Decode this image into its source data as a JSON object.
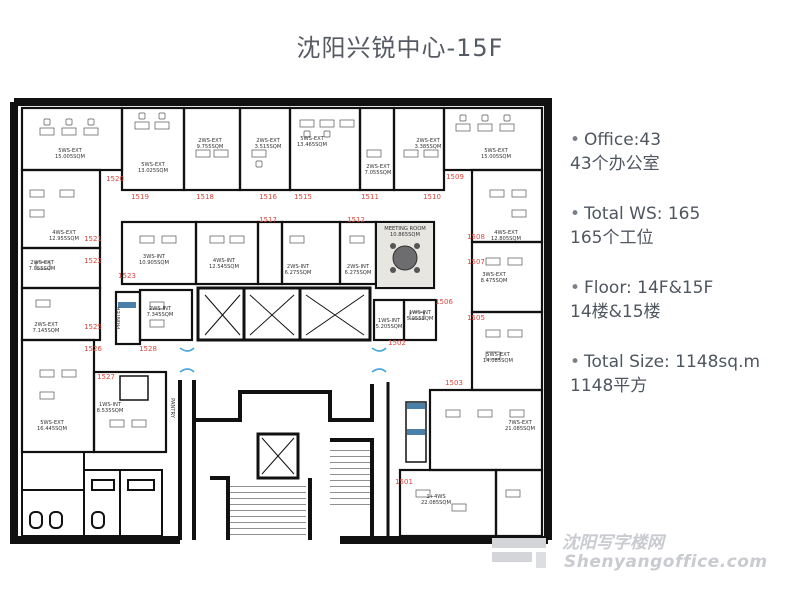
{
  "title": "沈阳兴锐中心-15F",
  "stats": {
    "office_en": "Office:43",
    "office_cn": "43个办公室",
    "ws_en": "Total WS: 165",
    "ws_cn": "165个工位",
    "floor_en": "Floor: 14F&15F",
    "floor_cn": "14楼&15楼",
    "size_en": "Total Size: 1148sq.m",
    "size_cn": "1148平方"
  },
  "watermark": {
    "cn": "沈阳写字楼网",
    "en": "Shenyangoffice.com"
  },
  "room_numbers": {
    "r1520": "1520",
    "r1519": "1519",
    "r1518": "1518",
    "r1516": "1516",
    "r1515": "1515",
    "r1511": "1511",
    "r1510": "1510",
    "r1509": "1509",
    "r1521": "1521",
    "r1522": "1522",
    "r1523": "1523",
    "r1517": "1517",
    "r1512": "1512",
    "r1508": "1508",
    "r1507": "1507",
    "r1506": "1506",
    "r1505": "1505",
    "r1525": "1525",
    "r1526": "1526",
    "r1528": "1528",
    "r1502": "1502",
    "r1527": "1527",
    "r1503": "1503",
    "r1501": "1501"
  },
  "room_labels": {
    "a": [
      "5WS-EXT",
      "15.005SQM"
    ],
    "b": [
      "5WS-EXT",
      "13.025SQM"
    ],
    "c": [
      "2WS-EXT",
      "9.755SQM"
    ],
    "d": [
      "2WS-EXT",
      "3.515SQM"
    ],
    "e": [
      "5WS-EXT",
      "13.465SQM"
    ],
    "f": [
      "2WS-EXT",
      "7.055SQM"
    ],
    "g": [
      "2WS-EXT",
      "3.385SQM"
    ],
    "h": [
      "5WS-EXT",
      "15.005SQM"
    ],
    "i": [
      "4WS-EXT",
      "12.955SQM"
    ],
    "j": [
      "4WS-EXT",
      "12.805SQM"
    ],
    "k": [
      "2WS-EXT",
      "7.055SQM"
    ],
    "l": [
      "3WS-INT",
      "10.905SQM"
    ],
    "m": [
      "4WS-INT",
      "12.545SQM"
    ],
    "n": [
      "2WS-INT",
      "6.275SQM"
    ],
    "o": [
      "2WS-INT",
      "6.275SQM"
    ],
    "p": [
      "MEETING ROOM",
      "10.865SQM"
    ],
    "q": [
      "3WS-EXT",
      "8.475SQM"
    ],
    "r": [
      "2WS-EXT",
      "7.145SQM"
    ],
    "s": [
      "2WS-INT",
      "7.345SQM"
    ],
    "t": [
      "1WS-INT",
      "5.205SQM"
    ],
    "u": [
      "1WS-INT",
      "5.955SQM"
    ],
    "v": [
      "5WS-EXT",
      "14.085SQM"
    ],
    "w": [
      "1WS-INT",
      "8.535SQM"
    ],
    "x": [
      "5WS-EXT",
      "16.445SQM"
    ],
    "y": [
      "7WS-EXT",
      "21.085SQM"
    ],
    "z": [
      "1+4WS",
      "22.085SQM"
    ],
    "pantry": "PANTRY",
    "printer": "PRINTER"
  },
  "colors": {
    "wall": "#111111",
    "room_label": "#333333",
    "room_number": "#d9473a",
    "door_glass": "#4aa8d8",
    "meeting_fill": "#e8e6e1",
    "furniture": "#555555"
  }
}
